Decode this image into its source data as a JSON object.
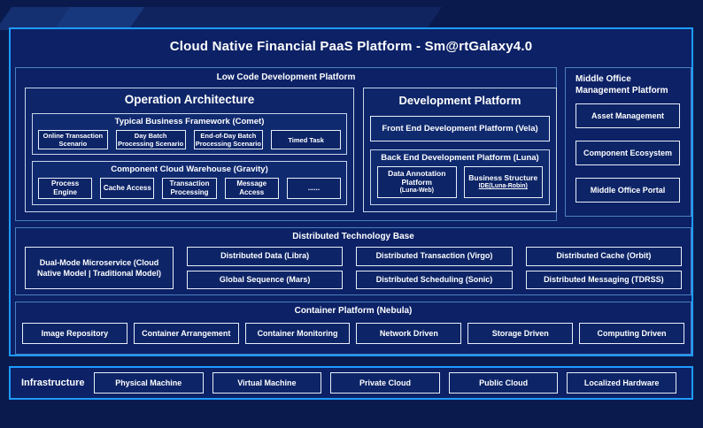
{
  "title": "Cloud Native Financial PaaS Platform - Sm@rtGalaxy4.0",
  "colors": {
    "background": "#0a1a4d",
    "panel": "#0c2166",
    "outer_border": "#1e9bff",
    "section_border": "#4c7fc0",
    "box_border": "#e8eff9",
    "text": "#ffffff"
  },
  "low_code": {
    "label": "Low Code Development Platform",
    "operation": {
      "title": "Operation Architecture",
      "comet": {
        "label": "Typical Business Framework (Comet)",
        "items": [
          "Online Transaction Scenario",
          "Day Batch Processing Scenario",
          "End-of-Day Batch Processing Scenario",
          "Timed Task"
        ]
      },
      "gravity": {
        "label": "Component Cloud Warehouse (Gravity)",
        "items": [
          "Process Engine",
          "Cache Access",
          "Transaction Processing",
          "Message Access",
          "......"
        ]
      }
    },
    "development": {
      "title": "Development Platform",
      "front_end": "Front End Development Platform (Vela)",
      "back_end": {
        "label": "Back End Development Platform (Luna)",
        "items": [
          {
            "name": "Data Annotation Platform",
            "sub": "(Luna-Web)"
          },
          {
            "name": "Business Structure",
            "sub": "IDE(Luna-Robin)"
          }
        ]
      }
    }
  },
  "middle_office": {
    "label": "Middle Office Management Platform",
    "items": [
      "Asset Management",
      "Component Ecosystem",
      "Middle Office Portal"
    ]
  },
  "distributed": {
    "label": "Distributed Technology Base",
    "dual_mode": "Dual-Mode Microservice (Cloud Native Model | Traditional Model)",
    "columns": [
      [
        "Distributed Data (Libra)",
        "Global Sequence (Mars)"
      ],
      [
        "Distributed Transaction (Virgo)",
        "Distributed Scheduling (Sonic)"
      ],
      [
        "Distributed Cache (Orbit)",
        "Distributed Messaging (TDRSS)"
      ]
    ]
  },
  "container_platform": {
    "label": "Container Platform (Nebula)",
    "items": [
      "Image Repository",
      "Container Arrangement",
      "Container Monitoring",
      "Network Driven",
      "Storage Driven",
      "Computing Driven"
    ]
  },
  "infrastructure": {
    "label": "Infrastructure",
    "items": [
      "Physical Machine",
      "Virtual Machine",
      "Private Cloud",
      "Public Cloud",
      "Localized Hardware"
    ]
  }
}
